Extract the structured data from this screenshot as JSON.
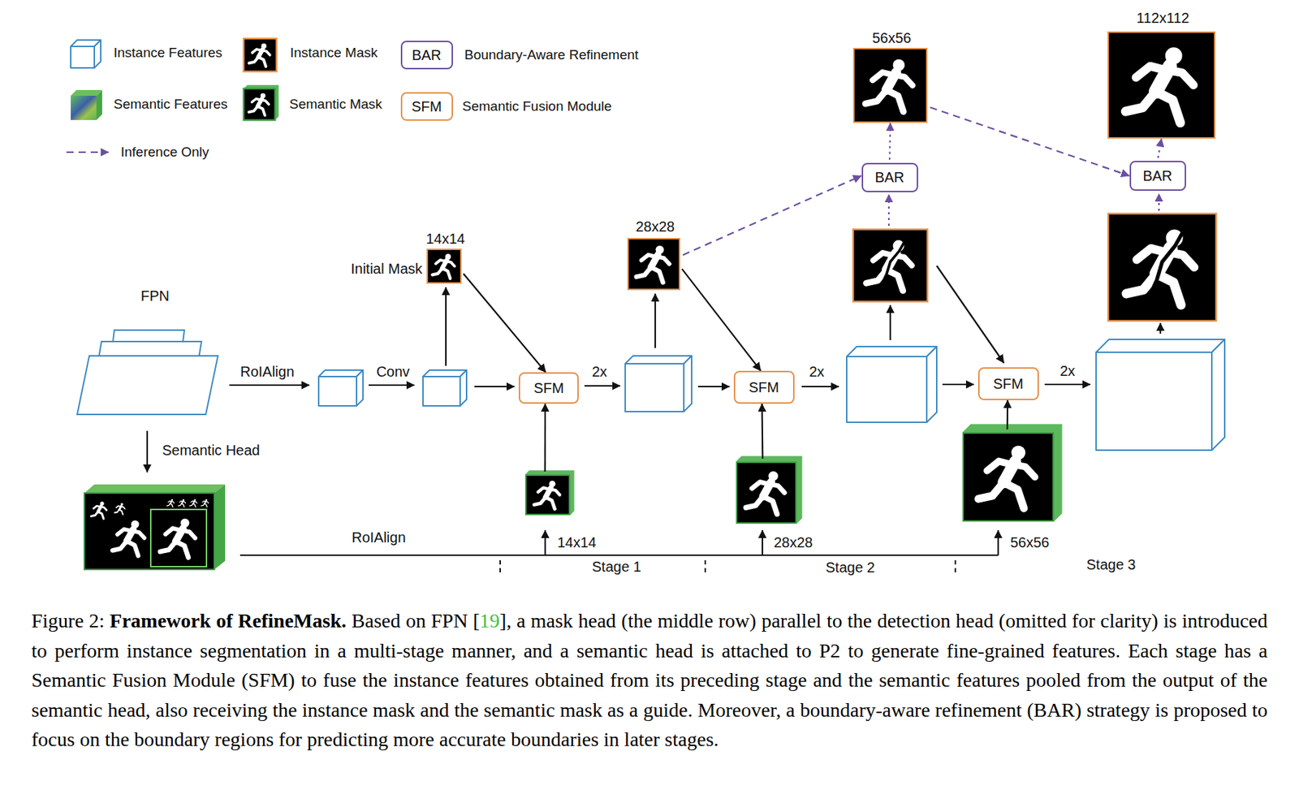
{
  "diagram": {
    "caption": "Figure 2: Framework of RefineMask. Based on FPN [19], a mask head (the middle row) parallel to the detection head (omitted for clarity) is introduced to perform instance segmentation in a multi-stage manner, and a semantic head is attached to P2 to generate fine-grained features. Each stage has a Semantic Fusion Module (SFM) to fuse the instance features obtained from its preceding stage and the semantic features pooled from the output of the semantic head, also receiving the instance mask and the semantic mask as a guide. Moreover, a boundary-aware refinement (BAR) strategy is proposed to focus on the boundary regions for predicting more accurate boundaries in later stages.",
    "nodes": [
      {
        "text": [
          "BAR"
        ]
      },
      {
        "text": [
          "SFM"
        ]
      },
      {
        "text": [
          "Initial Mask",
          "14x14"
        ]
      },
      {
        "text": [
          "SFM"
        ]
      },
      {
        "text": [
          "14x14"
        ]
      },
      {
        "text": [
          "28x28"
        ]
      },
      {
        "text": [
          "SFM"
        ]
      },
      {
        "text": [
          "28x28"
        ]
      },
      {
        "text": [
          "BAR"
        ]
      },
      {
        "text": [
          "56x56"
        ]
      },
      {
        "text": [
          "SFM"
        ]
      },
      {
        "text": [
          "56x56"
        ]
      },
      {
        "text": [
          "BAR"
        ]
      },
      {
        "text": [
          "112x112"
        ]
      }
    ],
    "edges": [
      {
        "from": 2,
        "to": 3,
        "arrow": "to"
      },
      {
        "from": 4,
        "to": 3,
        "arrow": "to"
      },
      {
        "from": 5,
        "to": 6,
        "arrow": "to"
      },
      {
        "from": 7,
        "to": 6,
        "arrow": "to"
      },
      {
        "from": 11,
        "to": 10,
        "arrow": "to"
      },
      {
        "from": 5,
        "to": 8,
        "arrow": "to"
      },
      {
        "from": 8,
        "to": 9,
        "arrow": "to"
      },
      {
        "from": 9,
        "to": 12,
        "arrow": "to"
      },
      {
        "from": 12,
        "to": 13,
        "arrow": "to"
      }
    ],
    "labels": [
      "FPN",
      "RoIAlign",
      "Conv",
      "Semantic Head",
      "RoIAlign",
      "2x",
      "2x",
      "2x",
      "Stage 1",
      "Stage 2",
      "Stage 3"
    ],
    "legend": [
      {
        "text": "Instance Features"
      },
      {
        "text": "Instance Mask"
      },
      {
        "text": "Boundary-Aware Refinement"
      },
      {
        "text": "Semantic Features"
      },
      {
        "text": "Semantic Mask"
      },
      {
        "text": "Semantic Fusion Module"
      },
      {
        "text": "Inference Only"
      }
    ]
  }
}
